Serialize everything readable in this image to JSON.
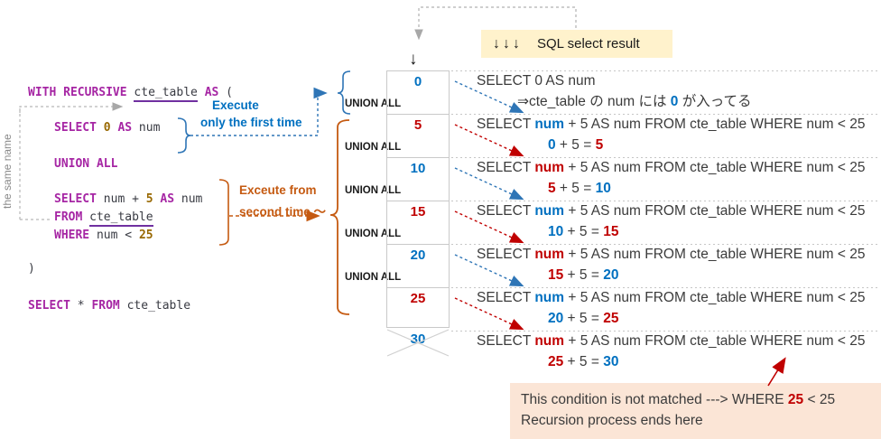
{
  "colors": {
    "accent_blue": "#0070c0",
    "accent_red": "#c00000",
    "accent_orange": "#c55a11",
    "brace_blue": "#2e75b6",
    "keyword_magenta": "#a626a4",
    "number_brown": "#986801",
    "underline_purple": "#7030a0",
    "banner_bg": "#fff2cc",
    "note_bg": "#fbe5d6",
    "connector_gray": "#a6a6a6"
  },
  "code": {
    "line_with": [
      {
        "t": "WITH ",
        "c": "kw"
      },
      {
        "t": "RECURSIVE ",
        "c": "kw"
      },
      {
        "t": "cte_table",
        "c": "id u"
      },
      {
        "t": " ",
        "c": "id"
      },
      {
        "t": "AS",
        "c": "kw"
      },
      {
        "t": " (",
        "c": "id"
      }
    ],
    "line_select0": [
      {
        "t": "SELECT ",
        "c": "kw"
      },
      {
        "t": "0",
        "c": "num"
      },
      {
        "t": " ",
        "c": "id"
      },
      {
        "t": "AS",
        "c": "kw"
      },
      {
        "t": " num",
        "c": "id"
      }
    ],
    "line_union": [
      {
        "t": "UNION ALL",
        "c": "kw"
      }
    ],
    "line_select_rec": [
      {
        "t": "SELECT ",
        "c": "kw"
      },
      {
        "t": "num + ",
        "c": "id"
      },
      {
        "t": "5",
        "c": "num"
      },
      {
        "t": " ",
        "c": "id"
      },
      {
        "t": "AS",
        "c": "kw"
      },
      {
        "t": " num",
        "c": "id"
      }
    ],
    "line_from": [
      {
        "t": "FROM ",
        "c": "kw"
      },
      {
        "t": "cte_table",
        "c": "id u"
      }
    ],
    "line_where": [
      {
        "t": "WHERE ",
        "c": "kw"
      },
      {
        "t": "num < ",
        "c": "id"
      },
      {
        "t": "25",
        "c": "num"
      }
    ],
    "line_close": [
      {
        "t": ")",
        "c": "id"
      }
    ],
    "line_final": [
      {
        "t": "SELECT",
        "c": "kw"
      },
      {
        "t": " * ",
        "c": "id"
      },
      {
        "t": "FROM",
        "c": "kw"
      },
      {
        "t": " cte_table",
        "c": "id"
      }
    ]
  },
  "annotations": {
    "same_name": "the same name",
    "execute_first_line1": "Execute",
    "execute_first_line2": "only the first time",
    "execute_second_line1": "Exceute from",
    "execute_second_line2": "second time ～",
    "banner_arrows": "↓↓↓",
    "banner_title": "SQL select result",
    "down_arrow": "↓"
  },
  "result_table": {
    "union_label": "UNION ALL",
    "values": [
      {
        "v": "0",
        "color": "blue"
      },
      {
        "v": "5",
        "color": "red"
      },
      {
        "v": "10",
        "color": "blue"
      },
      {
        "v": "15",
        "color": "red"
      },
      {
        "v": "20",
        "color": "blue"
      },
      {
        "v": "25",
        "color": "red"
      }
    ],
    "excluded_value": {
      "v": "30",
      "color": "blue"
    }
  },
  "steps": {
    "rows": [
      {
        "main": [
          {
            "t": "SELECT 0 AS num",
            "c": "pl"
          }
        ],
        "sub": [
          {
            "t": "⇒cte_table の num には ",
            "c": "pl"
          },
          {
            "t": "0",
            "c": "b"
          },
          {
            "t": " が入ってる",
            "c": "pl"
          }
        ]
      },
      {
        "main": [
          {
            "t": "SELECT ",
            "c": "pl"
          },
          {
            "t": "num",
            "c": "b"
          },
          {
            "t": " + 5 AS num FROM cte_table WHERE num < 25",
            "c": "pl"
          }
        ],
        "sub": [
          {
            "t": "0",
            "c": "b"
          },
          {
            "t": " + 5 = ",
            "c": "pl"
          },
          {
            "t": "5",
            "c": "r"
          }
        ]
      },
      {
        "main": [
          {
            "t": "SELECT ",
            "c": "pl"
          },
          {
            "t": "num",
            "c": "r"
          },
          {
            "t": " + 5 AS num FROM cte_table WHERE num < 25",
            "c": "pl"
          }
        ],
        "sub": [
          {
            "t": "5",
            "c": "r"
          },
          {
            "t": " + 5 = ",
            "c": "pl"
          },
          {
            "t": "10",
            "c": "b"
          }
        ]
      },
      {
        "main": [
          {
            "t": "SELECT ",
            "c": "pl"
          },
          {
            "t": "num",
            "c": "b"
          },
          {
            "t": " + 5 AS num FROM cte_table WHERE num < 25",
            "c": "pl"
          }
        ],
        "sub": [
          {
            "t": "10",
            "c": "b"
          },
          {
            "t": " + 5 = ",
            "c": "pl"
          },
          {
            "t": "15",
            "c": "r"
          }
        ]
      },
      {
        "main": [
          {
            "t": "SELECT ",
            "c": "pl"
          },
          {
            "t": "num",
            "c": "r"
          },
          {
            "t": " + 5 AS num FROM cte_table WHERE num < 25",
            "c": "pl"
          }
        ],
        "sub": [
          {
            "t": "15",
            "c": "r"
          },
          {
            "t": " + 5 = ",
            "c": "pl"
          },
          {
            "t": "20",
            "c": "b"
          }
        ]
      },
      {
        "main": [
          {
            "t": "SELECT ",
            "c": "pl"
          },
          {
            "t": "num",
            "c": "b"
          },
          {
            "t": " + 5 AS num FROM cte_table WHERE num < 25",
            "c": "pl"
          }
        ],
        "sub": [
          {
            "t": "20",
            "c": "b"
          },
          {
            "t": " + 5 = ",
            "c": "pl"
          },
          {
            "t": "25",
            "c": "r"
          }
        ]
      },
      {
        "main": [
          {
            "t": "SELECT ",
            "c": "pl"
          },
          {
            "t": "num",
            "c": "r"
          },
          {
            "t": " + 5 AS num FROM cte_table WHERE num < 25",
            "c": "pl"
          }
        ],
        "sub": [
          {
            "t": "25",
            "c": "r"
          },
          {
            "t": " + 5 = ",
            "c": "pl"
          },
          {
            "t": "30",
            "c": "b"
          }
        ]
      }
    ]
  },
  "note": {
    "line1": [
      {
        "t": "This condition is not matched ---> WHERE ",
        "c": "pl"
      },
      {
        "t": "25",
        "c": "r"
      },
      {
        "t": " < 25",
        "c": "pl"
      }
    ],
    "line2": [
      {
        "t": "Recursion process ends here",
        "c": "pl"
      }
    ]
  }
}
